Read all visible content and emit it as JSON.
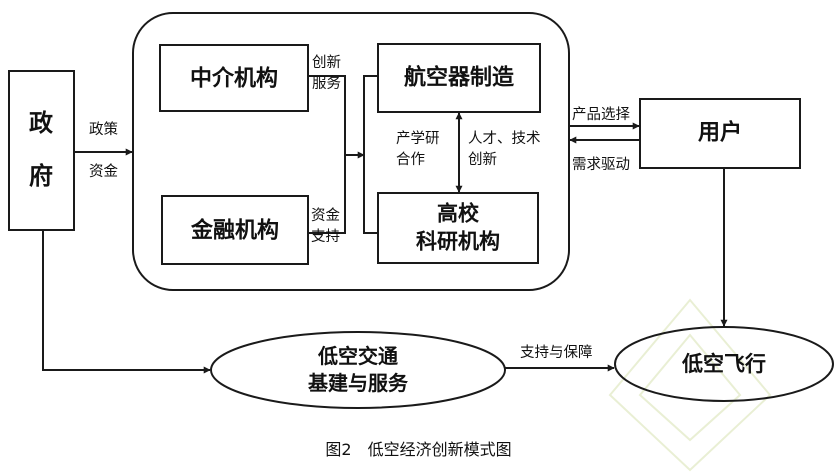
{
  "figure": {
    "caption": "图2　低空经济创新模式图"
  },
  "nodes": {
    "government": [
      "政",
      "府"
    ],
    "intermediary": "中介机构",
    "finance": "金融机构",
    "aircraft": "航空器制造",
    "university": [
      "高校",
      "科研机构"
    ],
    "user": "用户",
    "infrastructure": [
      "低空交通",
      "基建与服务"
    ],
    "flight": "低空飞行"
  },
  "edge_labels": {
    "policy": "政策",
    "funds": "资金",
    "innovation_service": [
      "创新",
      "服务"
    ],
    "funding_support": [
      "资金",
      "支持"
    ],
    "industry_research": [
      "产学研",
      "合作"
    ],
    "talent_tech": [
      "人才、技术",
      "创新"
    ],
    "product_choice": "产品选择",
    "demand_driven": "需求驱动",
    "support_guarantee": "支持与保障"
  },
  "colors": {
    "line": "#1a1a1a",
    "text": "#111111",
    "watermark": "#e9efd4"
  }
}
